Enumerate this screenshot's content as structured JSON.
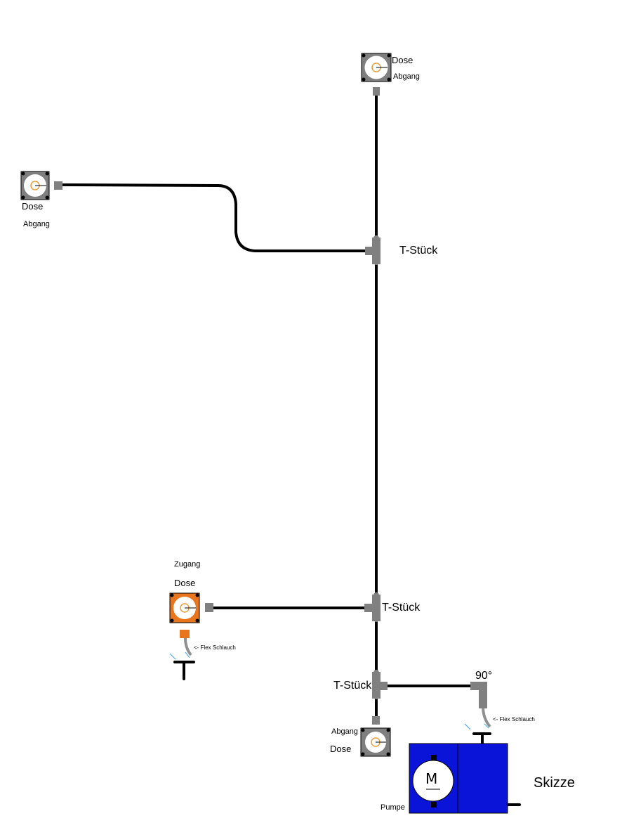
{
  "labels": {
    "top_dose": "Dose",
    "top_abgang": "Abgang",
    "left_dose": "Dose",
    "left_abgang": "Abgang",
    "tee_upper": "T-Stück",
    "zugang": "Zugang",
    "zugang_dose": "Dose",
    "tee_middle": "T-Stück",
    "flex_left": "<- Flex Schlauch",
    "tee_lower": "T-Stück",
    "angle_90": "90°",
    "flex_right": "<- Flex Schlauch",
    "bottom_abgang": "Abgang",
    "bottom_dose": "Dose",
    "pumpe": "Pumpe",
    "motor_symbol": "M",
    "skizze": "Skizze"
  },
  "colors": {
    "pipe": "#000000",
    "fitting": "#808080",
    "socket_box": "#7f7f7f",
    "socket_box_zugang": "#e8761e",
    "socket_ring": "#e8a040",
    "pump_fill": "#0a14d8",
    "flex_hose": "#909090",
    "accent_blue": "#3aa0e0"
  }
}
